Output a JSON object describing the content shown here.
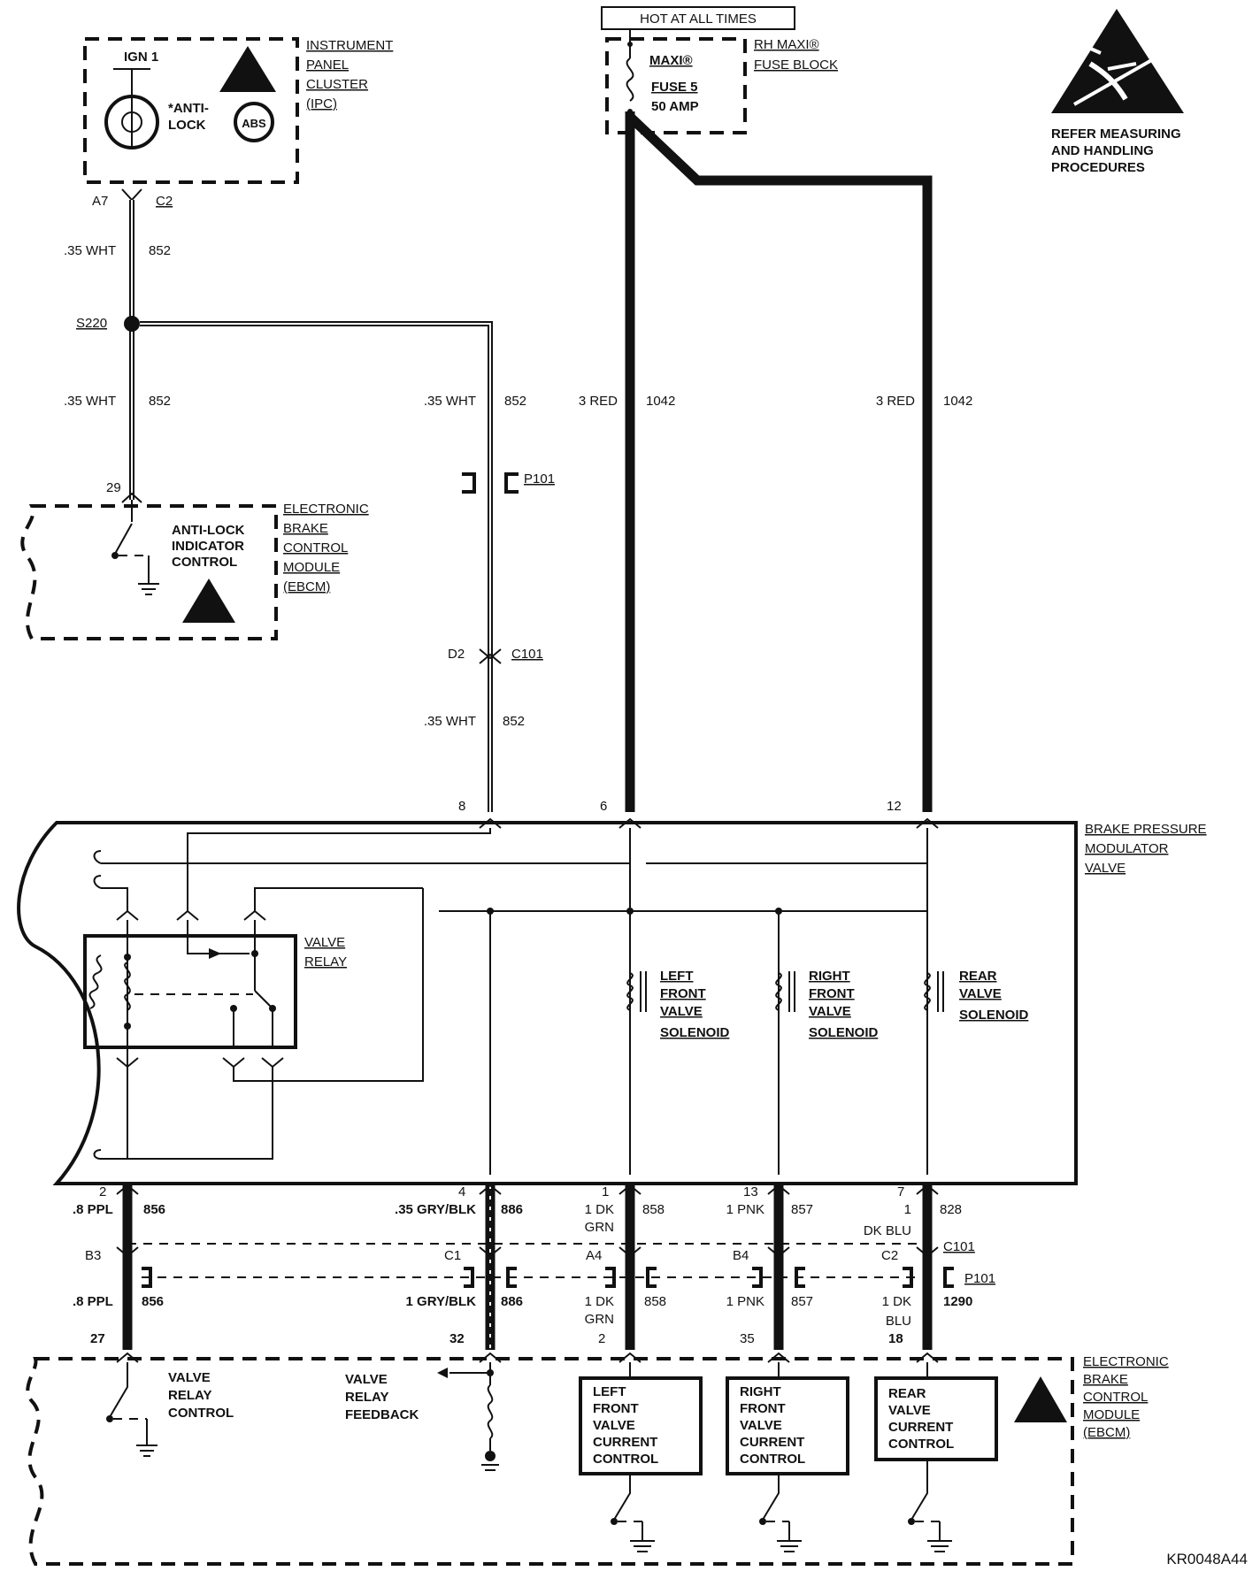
{
  "header": {
    "hot_label": "HOT AT ALL TIMES",
    "drawing_id": "KR0048A44"
  },
  "esd_note": {
    "line1": "REFER MEASURING",
    "line2": "AND HANDLING",
    "line3": "PROCEDURES"
  },
  "ipc": {
    "name_lines": [
      "INSTRUMENT",
      "PANEL",
      "CLUSTER",
      "(IPC)"
    ],
    "ign": "IGN 1",
    "lamp_line1": "*ANTI-",
    "lamp_line2": "LOCK",
    "abs": "ABS",
    "pin": "A7",
    "connector": "C2"
  },
  "fuse_block": {
    "name_line1": "RH MAXI®",
    "name_line2": "FUSE BLOCK",
    "maxi": "MAXI®",
    "fuse": "FUSE 5",
    "rating": "50 AMP"
  },
  "wires": {
    "w852_gauge": ".35 WHT",
    "w852_circuit": "852",
    "w1042_gauge": "3 RED",
    "w1042_circuit": "1042",
    "splice": "S220",
    "p101": "P101",
    "c101_pin": "D2",
    "c101": "C101"
  },
  "ebcm_top": {
    "name_lines": [
      "ELECTRONIC",
      "BRAKE",
      "CONTROL",
      "MODULE",
      "(EBCM)"
    ],
    "pin": "29",
    "control_lines": [
      "ANTI-LOCK",
      "INDICATOR",
      "CONTROL"
    ]
  },
  "bpmv": {
    "name_lines": [
      "BRAKE PRESSURE",
      "MODULATOR",
      "VALVE"
    ],
    "relay_lines": [
      "VALVE",
      "RELAY"
    ],
    "pin_8": "8",
    "pin_6": "6",
    "pin_12": "12",
    "solenoids": [
      {
        "lines": [
          "LEFT",
          "FRONT",
          "VALVE",
          "SOLENOID"
        ]
      },
      {
        "lines": [
          "RIGHT",
          "FRONT",
          "VALVE",
          "SOLENOID"
        ]
      },
      {
        "lines": [
          "REAR",
          "VALVE",
          "SOLENOID"
        ]
      }
    ]
  },
  "lower": {
    "c101": "C101",
    "p101": "P101",
    "circuits": [
      {
        "bpmv_pin": "2",
        "gauge_a": ".8 PPL",
        "gauge_a2": "",
        "circuit_a": "856",
        "c_pin": "B3",
        "gauge_b": ".8 PPL",
        "gauge_b2": "",
        "circuit_b": "856",
        "ebcm_pin": "27"
      },
      {
        "bpmv_pin": "4",
        "gauge_a": ".35 GRY/BLK",
        "gauge_a2": "",
        "circuit_a": "886",
        "c_pin": "C1",
        "gauge_b": "1 GRY/BLK",
        "gauge_b2": "",
        "circuit_b": "886",
        "ebcm_pin": "32"
      },
      {
        "bpmv_pin": "1",
        "gauge_a": "1 DK",
        "gauge_a2": "GRN",
        "circuit_a": "858",
        "c_pin": "A4",
        "gauge_b": "1 DK",
        "gauge_b2": "GRN",
        "circuit_b": "858",
        "ebcm_pin": "2"
      },
      {
        "bpmv_pin": "13",
        "gauge_a": "1 PNK",
        "gauge_a2": "",
        "circuit_a": "857",
        "c_pin": "B4",
        "gauge_b": "1 PNK",
        "gauge_b2": "",
        "circuit_b": "857",
        "ebcm_pin": "35"
      },
      {
        "bpmv_pin": "7",
        "gauge_a": "1",
        "gauge_a2": "DK BLU",
        "circuit_a": "828",
        "c_pin": "C2",
        "gauge_b": "1 DK",
        "gauge_b2": "BLU",
        "circuit_b": "1290",
        "ebcm_pin": "18"
      }
    ]
  },
  "ebcm_bottom": {
    "name_lines": [
      "ELECTRONIC",
      "BRAKE",
      "CONTROL",
      "MODULE",
      "(EBCM)"
    ],
    "relay_control": [
      "VALVE",
      "RELAY",
      "CONTROL"
    ],
    "relay_feedback": [
      "VALVE",
      "RELAY",
      "FEEDBACK"
    ],
    "lf_control": [
      "LEFT",
      "FRONT",
      "VALVE",
      "CURRENT",
      "CONTROL"
    ],
    "rf_control": [
      "RIGHT",
      "FRONT",
      "VALVE",
      "CURRENT",
      "CONTROL"
    ],
    "rear_control": [
      "REAR",
      "VALVE",
      "CURRENT",
      "CONTROL"
    ]
  }
}
